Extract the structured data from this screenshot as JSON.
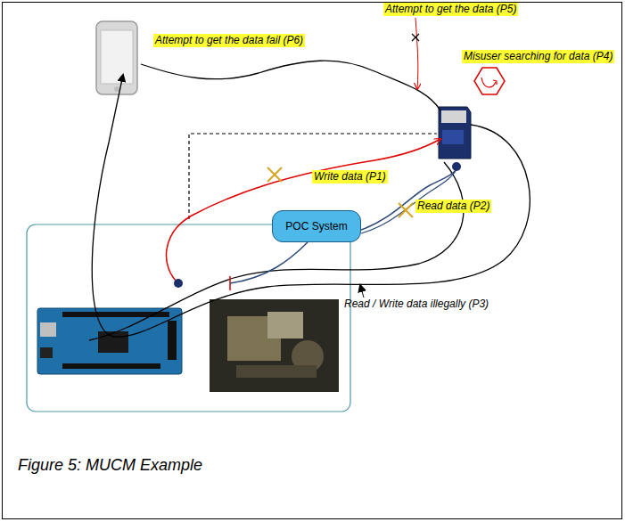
{
  "diagram": {
    "caption": "Figure 5: MUCM Example",
    "nodes": [
      {
        "text": [
          "POC System"
        ]
      }
    ],
    "labels": [
      "Attempt to get the data (P5)",
      "Attempt to get the data fail (P6)",
      "Misuser searching for data (P4)",
      "Write data (P1)",
      "Read data (P2)",
      "Read / Write data illegally (P3)"
    ]
  }
}
